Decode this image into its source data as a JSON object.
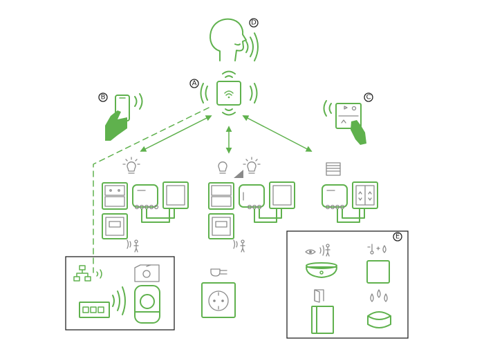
{
  "labels": {
    "a": "A",
    "b": "B",
    "c": "C",
    "d": "D",
    "e": "E"
  },
  "colors": {
    "green": "#5fb14d",
    "gray": "#8a8a8a",
    "frame": "#222222"
  },
  "icons": {
    "voice": "voice-head-icon",
    "hub": "wifi-hub-icon",
    "phone": "smartphone-hand-icon",
    "remote": "wall-remote-hand-icon",
    "light": "light-bulb-icon",
    "dimmer": "dimmable-light-icon",
    "blind": "roller-blind-icon",
    "plug": "plug-icon",
    "motion": "motion-sensor-icon",
    "temperature": "temperature-humidity-icon",
    "door": "door-sensor-icon",
    "water": "water-leak-icon",
    "network": "network-icon",
    "camera": "camera-icon"
  }
}
